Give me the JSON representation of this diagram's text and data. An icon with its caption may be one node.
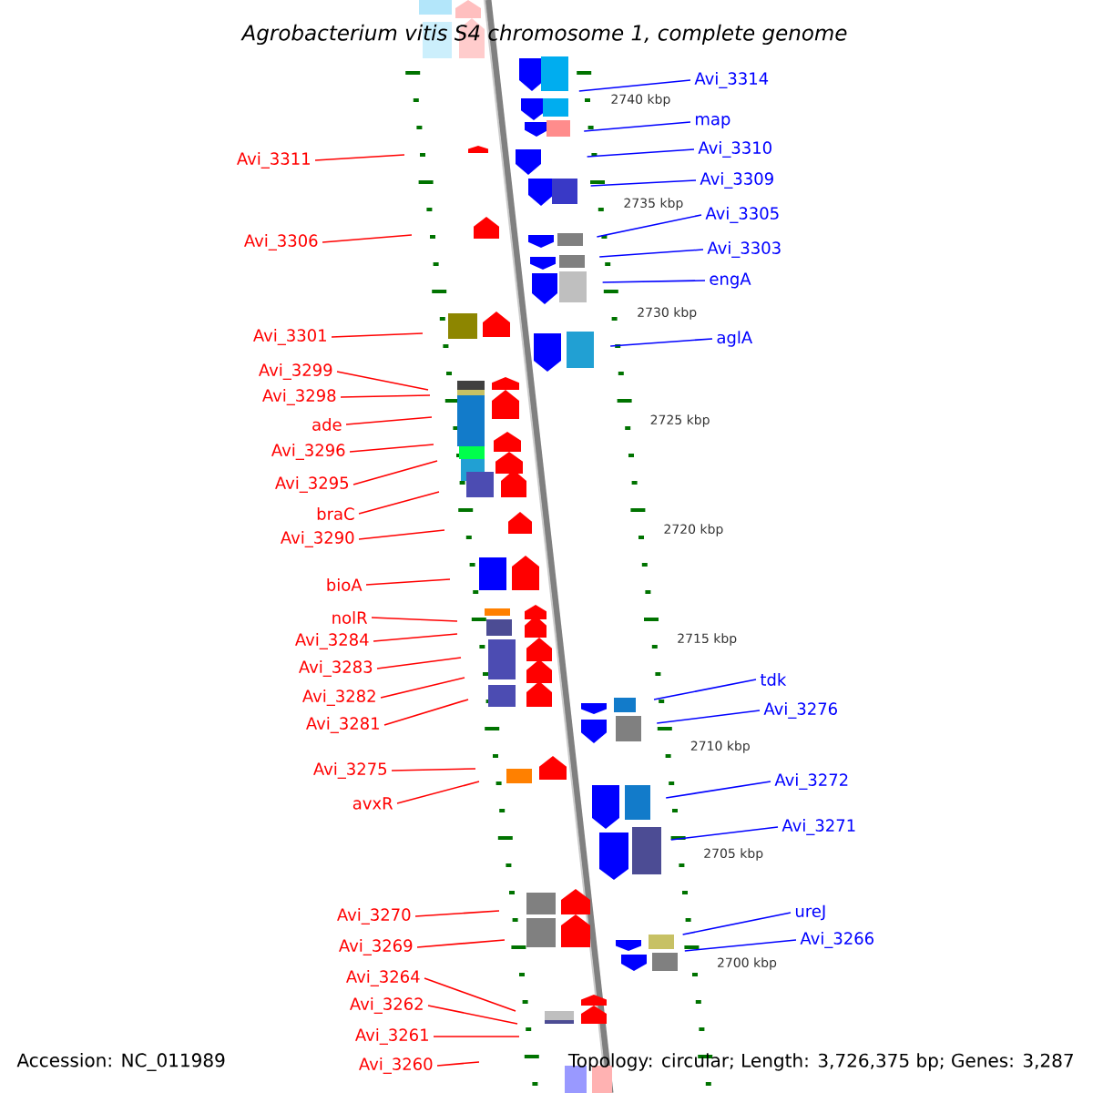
{
  "diagram": {
    "title": "Agrobacterium vitis S4 chromosome 1, complete genome",
    "nodes": [
      {
        "text": [
          "Avi_3311"
        ]
      },
      {
        "text": [
          "Avi_3306"
        ]
      },
      {
        "text": [
          "Avi_3301"
        ]
      },
      {
        "text": [
          "Avi_3299"
        ]
      },
      {
        "text": [
          "Avi_3298"
        ]
      },
      {
        "text": [
          "ade"
        ]
      },
      {
        "text": [
          "Avi_3296"
        ]
      },
      {
        "text": [
          "Avi_3295"
        ]
      },
      {
        "text": [
          "braC"
        ]
      },
      {
        "text": [
          "Avi_3290"
        ]
      },
      {
        "text": [
          "bioA"
        ]
      },
      {
        "text": [
          "nolR"
        ]
      },
      {
        "text": [
          "Avi_3284"
        ]
      },
      {
        "text": [
          "Avi_3283"
        ]
      },
      {
        "text": [
          "Avi_3282"
        ]
      },
      {
        "text": [
          "Avi_3281"
        ]
      },
      {
        "text": [
          "Avi_3275"
        ]
      },
      {
        "text": [
          "avxR"
        ]
      },
      {
        "text": [
          "Avi_3270"
        ]
      },
      {
        "text": [
          "Avi_3269"
        ]
      },
      {
        "text": [
          "Avi_3264"
        ]
      },
      {
        "text": [
          "Avi_3262"
        ]
      },
      {
        "text": [
          "Avi_3261"
        ]
      },
      {
        "text": [
          "Avi_3260"
        ]
      },
      {
        "text": [
          "Avi_3314"
        ]
      },
      {
        "text": [
          "map"
        ]
      },
      {
        "text": [
          "Avi_3310"
        ]
      },
      {
        "text": [
          "Avi_3309"
        ]
      },
      {
        "text": [
          "Avi_3305"
        ]
      },
      {
        "text": [
          "Avi_3303"
        ]
      },
      {
        "text": [
          "engA"
        ]
      },
      {
        "text": [
          "aglA"
        ]
      },
      {
        "text": [
          "tdk"
        ]
      },
      {
        "text": [
          "Avi_3276"
        ]
      },
      {
        "text": [
          "Avi_3272"
        ]
      },
      {
        "text": [
          "Avi_3271"
        ]
      },
      {
        "text": [
          "ureJ"
        ]
      },
      {
        "text": [
          "Avi_3266"
        ]
      }
    ],
    "edges": [
      {
        "from": 0,
        "to": null,
        "arrow": "none",
        "color": "#ff0000"
      },
      {
        "from": 1,
        "to": null,
        "arrow": "none",
        "color": "#ff0000"
      },
      {
        "from": 2,
        "to": null,
        "arrow": "none",
        "color": "#ff0000"
      },
      {
        "from": 3,
        "to": null,
        "arrow": "none",
        "color": "#ff0000"
      },
      {
        "from": 4,
        "to": null,
        "arrow": "none",
        "color": "#ff0000"
      },
      {
        "from": 5,
        "to": null,
        "arrow": "none",
        "color": "#ff0000"
      },
      {
        "from": 6,
        "to": null,
        "arrow": "none",
        "color": "#ff0000"
      },
      {
        "from": 7,
        "to": null,
        "arrow": "none",
        "color": "#ff0000"
      },
      {
        "from": 8,
        "to": null,
        "arrow": "none",
        "color": "#ff0000"
      },
      {
        "from": 9,
        "to": null,
        "arrow": "none",
        "color": "#ff0000"
      },
      {
        "from": 10,
        "to": null,
        "arrow": "none",
        "color": "#ff0000"
      },
      {
        "from": 11,
        "to": null,
        "arrow": "none",
        "color": "#ff0000"
      },
      {
        "from": 12,
        "to": null,
        "arrow": "none",
        "color": "#ff0000"
      },
      {
        "from": 13,
        "to": null,
        "arrow": "none",
        "color": "#ff0000"
      },
      {
        "from": 14,
        "to": null,
        "arrow": "none",
        "color": "#ff0000"
      },
      {
        "from": 15,
        "to": null,
        "arrow": "none",
        "color": "#ff0000"
      },
      {
        "from": 16,
        "to": null,
        "arrow": "none",
        "color": "#ff0000"
      },
      {
        "from": 17,
        "to": null,
        "arrow": "none",
        "color": "#ff0000"
      },
      {
        "from": 18,
        "to": null,
        "arrow": "none",
        "color": "#ff0000"
      },
      {
        "from": 19,
        "to": null,
        "arrow": "none",
        "color": "#ff0000"
      },
      {
        "from": 20,
        "to": null,
        "arrow": "none",
        "color": "#ff0000"
      },
      {
        "from": 21,
        "to": null,
        "arrow": "none",
        "color": "#ff0000"
      },
      {
        "from": 22,
        "to": null,
        "arrow": "none",
        "color": "#ff0000"
      },
      {
        "from": 23,
        "to": null,
        "arrow": "none",
        "color": "#ff0000"
      },
      {
        "from": 24,
        "to": null,
        "arrow": "none",
        "color": "#0000ff"
      },
      {
        "from": 25,
        "to": null,
        "arrow": "none",
        "color": "#0000ff"
      },
      {
        "from": 26,
        "to": null,
        "arrow": "none",
        "color": "#0000ff"
      },
      {
        "from": 27,
        "to": null,
        "arrow": "none",
        "color": "#0000ff"
      },
      {
        "from": 28,
        "to": null,
        "arrow": "none",
        "color": "#0000ff"
      },
      {
        "from": 29,
        "to": null,
        "arrow": "none",
        "color": "#0000ff"
      },
      {
        "from": 30,
        "to": null,
        "arrow": "none",
        "color": "#0000ff"
      },
      {
        "from": 31,
        "to": null,
        "arrow": "none",
        "color": "#0000ff"
      },
      {
        "from": 32,
        "to": null,
        "arrow": "none",
        "color": "#0000ff"
      },
      {
        "from": 33,
        "to": null,
        "arrow": "none",
        "color": "#0000ff"
      },
      {
        "from": 34,
        "to": null,
        "arrow": "none",
        "color": "#0000ff"
      },
      {
        "from": 35,
        "to": null,
        "arrow": "none",
        "color": "#0000ff"
      },
      {
        "from": 36,
        "to": null,
        "arrow": "none",
        "color": "#0000ff"
      },
      {
        "from": 37,
        "to": null,
        "arrow": "none",
        "color": "#0000ff"
      }
    ],
    "labels": [
      "2740 kbp",
      "2735 kbp",
      "2730 kbp",
      "2725 kbp",
      "2720 kbp",
      "2715 kbp",
      "2710 kbp",
      "2705 kbp",
      "2700 kbp",
      "Accession: NC_011989",
      "Topology: circular; Length: 3,726,375 bp; Genes: 3,287"
    ]
  }
}
